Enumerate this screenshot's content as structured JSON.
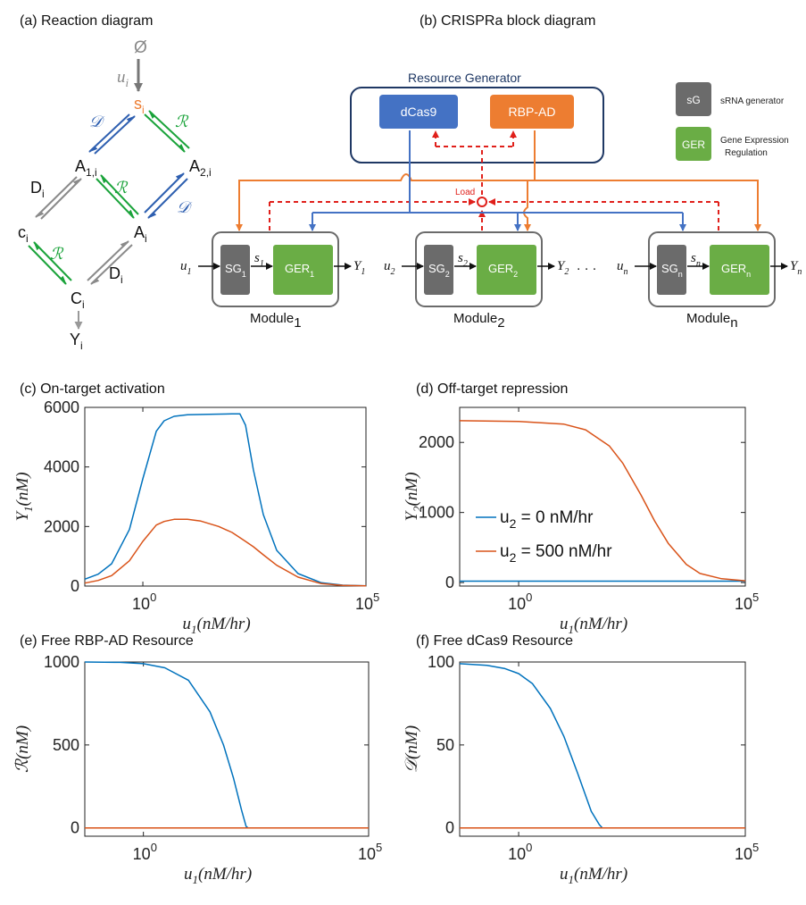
{
  "panels": {
    "a": "(a) Reaction  diagram",
    "b": "(b) CRISPRa block diagram",
    "c": "(c) On-target activation",
    "d": "(d) Off-target repression",
    "e": "(e) Free RBP-AD Resource",
    "f": "(f) Free dCas9 Resource"
  },
  "reaction": {
    "null": "Ø",
    "u": "u",
    "u_sub": "i",
    "s": "s",
    "s_sub": "i",
    "A1": "A",
    "A1_sub": "1,i",
    "A2": "A",
    "A2_sub": "2,i",
    "c": "c",
    "c_sub": "i",
    "A": "A",
    "A_sub": "i",
    "C": "C",
    "C_sub": "i",
    "Y": "Y",
    "Y_sub": "i",
    "D": "D",
    "D_sub": "i",
    "calD": "𝒟",
    "calR": "ℛ"
  },
  "block": {
    "resource_generator": "Resource Generator",
    "dcas9": "dCas9",
    "rbpad": "RBP-AD",
    "load": "Load",
    "legend_sg_box": "sG",
    "legend_sg_text": "sRNA generator",
    "legend_ger_box": "GER",
    "legend_ger_text_1": "Gene Expression",
    "legend_ger_text_2": "Regulation",
    "modules": [
      {
        "name": "Module",
        "sub": "1",
        "u": "u",
        "u_sub": "1",
        "s": "s",
        "s_sub": "1",
        "y": "Y",
        "y_sub": "1",
        "sg": "SG",
        "sg_sub": "1",
        "ger": "GER",
        "ger_sub": "1"
      },
      {
        "name": "Module",
        "sub": "2",
        "u": "u",
        "u_sub": "2",
        "s": "s",
        "s_sub": "2",
        "y": "Y",
        "y_sub": "2",
        "sg": "SG",
        "sg_sub": "2",
        "ger": "GER",
        "ger_sub": "2"
      },
      {
        "name": "Module",
        "sub": "n",
        "u": "u",
        "u_sub": "n",
        "s": "s",
        "s_sub": "n",
        "y": "Y",
        "y_sub": "n",
        "sg": "SG",
        "sg_sub": "n",
        "ger": "GER",
        "ger_sub": "n"
      }
    ],
    "dots": ". . ."
  },
  "colors": {
    "blue": "#4472c4",
    "orange": "#ed7d31",
    "green": "#6aad45",
    "gray": "#6b6b6b",
    "red": "#e0201b",
    "navy": "#1f3864",
    "line_blue": "#0072bd",
    "line_orange": "#d95319",
    "rxn_blue": "#2e5fb0",
    "rxn_green": "#1aa33a",
    "rxn_orange": "#ed7d31"
  },
  "chart_data": [
    {
      "id": "c",
      "type": "line",
      "title": "(c) On-target activation",
      "xlabel": "u1(nM/hr)",
      "ylabel": "Y1(nM)",
      "x_scale": "log",
      "xlim": [
        0.05,
        100000
      ],
      "ylim": [
        0,
        6000
      ],
      "yticks": [
        0,
        2000,
        4000,
        6000
      ],
      "xticks_exp": [
        0,
        5
      ],
      "series": [
        {
          "color": "#0072bd",
          "x": [
            0.05,
            0.1,
            0.2,
            0.5,
            1,
            2,
            3,
            5,
            10,
            30,
            100,
            150,
            200,
            300,
            500,
            1000,
            3000,
            10000,
            30000,
            100000
          ],
          "y": [
            230,
            400,
            750,
            1900,
            3600,
            5200,
            5550,
            5700,
            5750,
            5770,
            5780,
            5780,
            5400,
            3900,
            2400,
            1200,
            420,
            110,
            30,
            5
          ]
        },
        {
          "color": "#d95319",
          "x": [
            0.05,
            0.1,
            0.2,
            0.5,
            1,
            2,
            3,
            5,
            10,
            20,
            50,
            100,
            200,
            300,
            500,
            1000,
            3000,
            10000,
            30000,
            100000
          ],
          "y": [
            100,
            190,
            350,
            850,
            1500,
            2050,
            2170,
            2240,
            2240,
            2180,
            2000,
            1800,
            1500,
            1320,
            1050,
            700,
            300,
            80,
            20,
            5
          ]
        }
      ]
    },
    {
      "id": "d",
      "type": "line",
      "title": "(d) Off-target repression",
      "xlabel": "u1(nM/hr)",
      "ylabel": "Y2(nM)",
      "x_scale": "log",
      "xlim": [
        0.05,
        100000
      ],
      "ylim": [
        -50,
        2500
      ],
      "yticks": [
        0,
        1000,
        2000
      ],
      "xticks_exp": [
        0,
        5
      ],
      "legend": [
        {
          "label": "u",
          "sub": "2",
          "rest": " = 0 nM/hr",
          "color": "#0072bd"
        },
        {
          "label": "u",
          "sub": "2",
          "rest": " = 500 nM/hr",
          "color": "#d95319"
        }
      ],
      "series": [
        {
          "color": "#0072bd",
          "x": [
            0.05,
            100000
          ],
          "y": [
            20,
            20
          ]
        },
        {
          "color": "#d95319",
          "x": [
            0.05,
            1,
            10,
            30,
            100,
            200,
            500,
            1000,
            2000,
            5000,
            10000,
            30000,
            100000
          ],
          "y": [
            2310,
            2300,
            2260,
            2180,
            1950,
            1700,
            1250,
            880,
            560,
            260,
            130,
            55,
            25
          ]
        }
      ]
    },
    {
      "id": "e",
      "type": "line",
      "title": "(e) Free RBP-AD Resource",
      "xlabel": "u1(nM/hr)",
      "ylabel": "R(nM)",
      "x_scale": "log",
      "xlim": [
        0.05,
        100000
      ],
      "ylim": [
        -50,
        1000
      ],
      "yticks": [
        0,
        500,
        1000
      ],
      "xticks_exp": [
        0,
        5
      ],
      "series": [
        {
          "color": "#0072bd",
          "x": [
            0.05,
            0.3,
            1,
            3,
            10,
            30,
            60,
            100,
            150,
            190,
            210,
            100000
          ],
          "y": [
            1000,
            998,
            990,
            965,
            890,
            700,
            500,
            300,
            110,
            10,
            0,
            0
          ]
        },
        {
          "color": "#d95319",
          "x": [
            0.05,
            100000
          ],
          "y": [
            0,
            0
          ]
        }
      ]
    },
    {
      "id": "f",
      "type": "line",
      "title": "(f) Free dCas9 Resource",
      "xlabel": "u1(nM/hr)",
      "ylabel": "D(nM)",
      "x_scale": "log",
      "xlim": [
        0.05,
        100000
      ],
      "ylim": [
        -5,
        100
      ],
      "yticks": [
        0,
        50,
        100
      ],
      "xticks_exp": [
        0,
        5
      ],
      "series": [
        {
          "color": "#0072bd",
          "x": [
            0.05,
            0.2,
            0.5,
            1,
            2,
            5,
            10,
            20,
            40,
            60,
            70,
            100000
          ],
          "y": [
            99,
            98,
            96,
            93,
            87,
            72,
            55,
            33,
            10,
            2,
            0,
            0
          ]
        },
        {
          "color": "#d95319",
          "x": [
            0.05,
            100000
          ],
          "y": [
            0,
            0
          ]
        }
      ]
    }
  ]
}
